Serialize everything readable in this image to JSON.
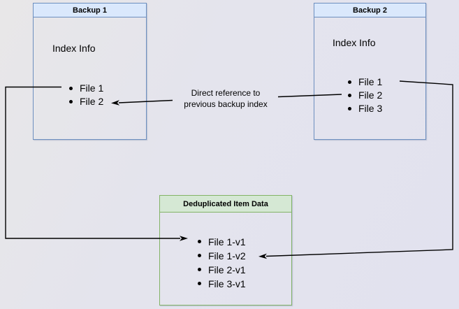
{
  "diagram": {
    "backup1": {
      "title": "Backup 1",
      "section": "Index Info",
      "files": [
        "File 1",
        "File 2"
      ]
    },
    "backup2": {
      "title": "Backup 2",
      "section": "Index Info",
      "files": [
        "File 1",
        "File 2",
        "File 3"
      ]
    },
    "dedup": {
      "title": "Deduplicated Item Data",
      "items": [
        "File 1-v1",
        "File 1-v2",
        "File 2-v1",
        "File 3-v1"
      ]
    },
    "annotation": "Direct reference to\nprevious backup index",
    "colors": {
      "blue_fill": "#dae8fc",
      "blue_border": "#6c8ebf",
      "green_fill": "#d5e8d4",
      "green_border": "#82b366",
      "arrow": "#000000"
    }
  }
}
